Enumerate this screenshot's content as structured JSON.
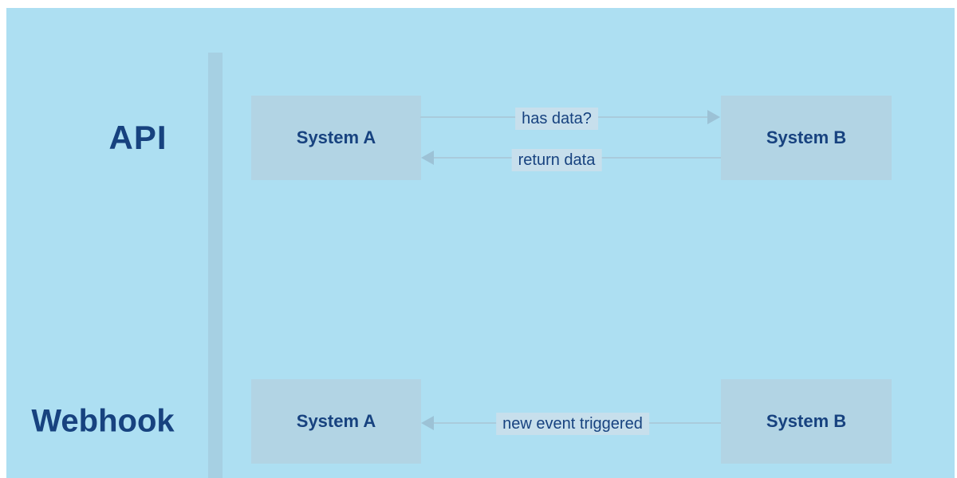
{
  "diagram": {
    "rows": [
      {
        "label": "API",
        "boxes": [
          {
            "label": "System A"
          },
          {
            "label": "System B"
          }
        ],
        "arrows": [
          {
            "label": "has data?",
            "direction": "right"
          },
          {
            "label": "return data",
            "direction": "left"
          }
        ]
      },
      {
        "label": "Webhook",
        "boxes": [
          {
            "label": "System A"
          },
          {
            "label": "System B"
          }
        ],
        "arrows": [
          {
            "label": "new event triggered",
            "direction": "left"
          }
        ]
      }
    ]
  },
  "colors": {
    "canvas_bg": "#addff2",
    "box_fill": "#b2d4e4",
    "divider": "#a6d0e3",
    "heading_text": "#17427f",
    "arrow_line": "#a9cbdc",
    "arrow_head": "#9cc2d6",
    "arrow_label_bg": "#c7dfec"
  }
}
